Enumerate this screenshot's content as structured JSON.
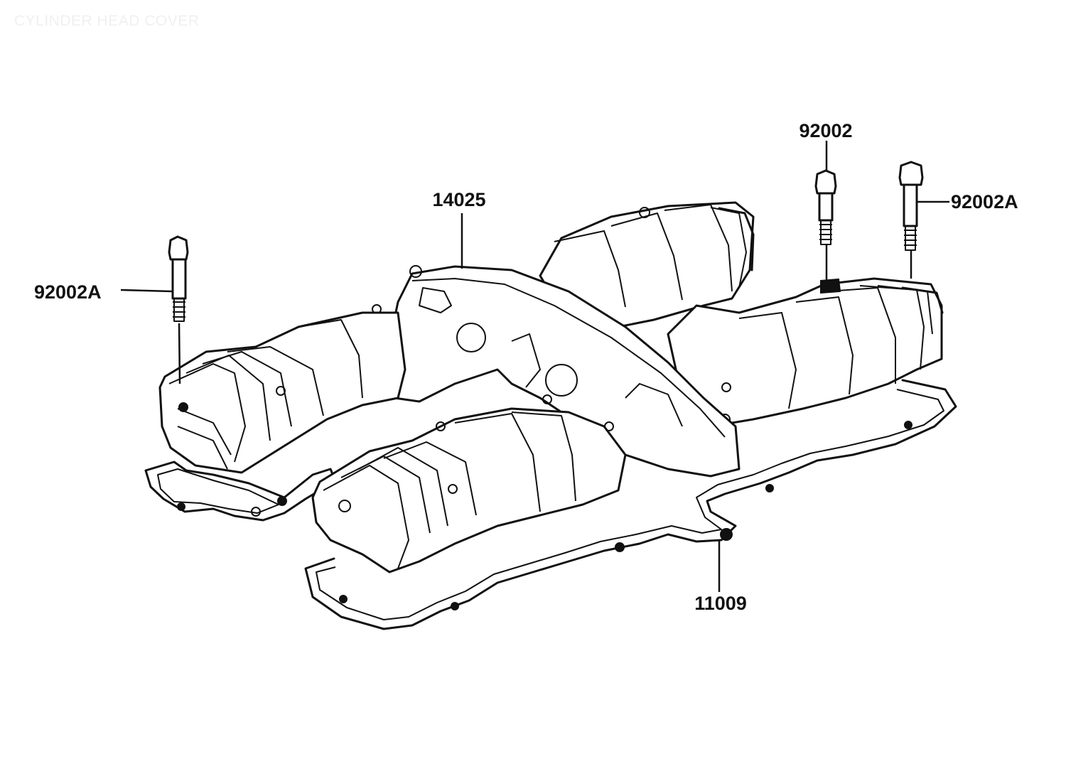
{
  "diagram": {
    "title": "CYLINDER HEAD COVER",
    "part_labels": {
      "bolt_center": "92002",
      "bolt_right": "92002A",
      "bolt_left": "92002A",
      "cover": "14025",
      "gasket": "11009"
    }
  }
}
